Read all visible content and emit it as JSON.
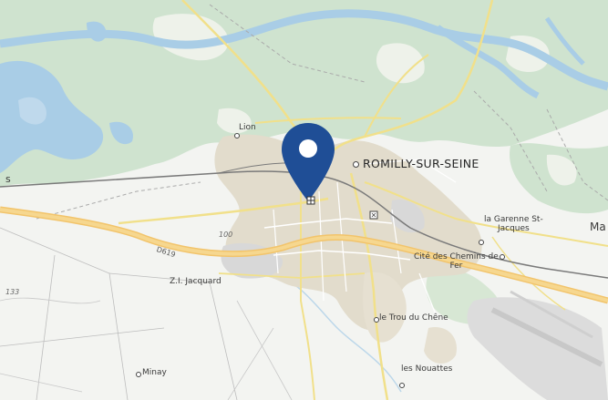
{
  "map": {
    "colors": {
      "land": "#f3f4f1",
      "forest": "#cfe3cf",
      "water": "#a9cde6",
      "urban": "#e2dccc",
      "industrial": "#d8d8d8",
      "major_road": "#f2c46b",
      "secondary_road": "#f1e08a",
      "railway": "#7a7a7a",
      "marker": "#1f4e96"
    },
    "labels": {
      "town": "ROMILLY-SUR-SEINE",
      "lion": "Lion",
      "zi_jacquard": "Z.I. Jacquard",
      "garenne": "la Garenne St-\nJacques",
      "cite": "Cité des Chemins de\nFer",
      "trou": "le Trou du Chêne",
      "nouattes": "les Nouattes",
      "minay": "Minay",
      "road_d619": "D619",
      "elev_100": "100",
      "elev_133": "133",
      "edge_left": "s",
      "edge_right": "Ma"
    },
    "marker": {
      "icon": "map-pin-icon"
    }
  }
}
